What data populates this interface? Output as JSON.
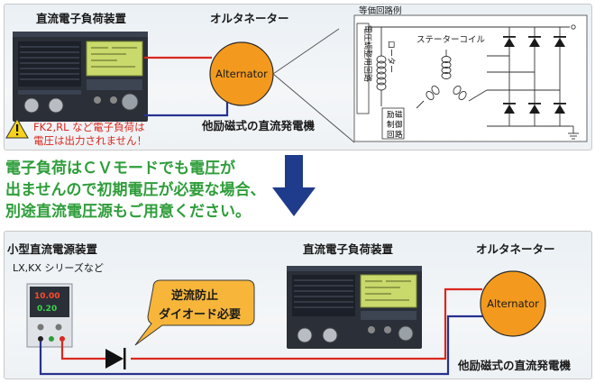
{
  "top": {
    "load_title": "直流電子負荷装置",
    "alternator_title": "オルタネーター",
    "alternator_label": "Alternator",
    "generator_caption": "他励磁式の直流発電機",
    "warning_line1": "FK2,RL など電子負荷は",
    "warning_line2": "電圧は出力されません！",
    "circuit": {
      "title": "等価回路例",
      "coil1": "ローター",
      "coil1b": "コイル",
      "coil2": "ステーターコイル",
      "vert_label": "電圧調整用回路",
      "ctrl": [
        "励",
        "磁",
        "制",
        "御",
        "回",
        "路"
      ]
    }
  },
  "middle": {
    "line1": "電子負荷はＣＶモードでも電圧が",
    "line2": "出ませんので初期電圧が必要な場合、",
    "line3": "別途直流電圧源もご用意ください。"
  },
  "bottom": {
    "psu_title": "小型直流電源装置",
    "psu_series": "LX,KX シリーズなど",
    "psu_display1": "10.00",
    "psu_display2": "0.20",
    "load_title": "直流電子負荷装置",
    "alternator_title": "オルタネーター",
    "alternator_label": "Alternator",
    "generator_caption": "他励磁式の直流発電機",
    "bubble_line1": "逆流防止",
    "bubble_line2": "ダイオード必要"
  },
  "colors": {
    "wire_red": "#d9281e",
    "wire_blue": "#27318f",
    "alternator_fill": "#f39a1e",
    "arrow": "#1f3b8c",
    "bubble": "#f7b63a",
    "text_green": "#2e9d3a"
  }
}
